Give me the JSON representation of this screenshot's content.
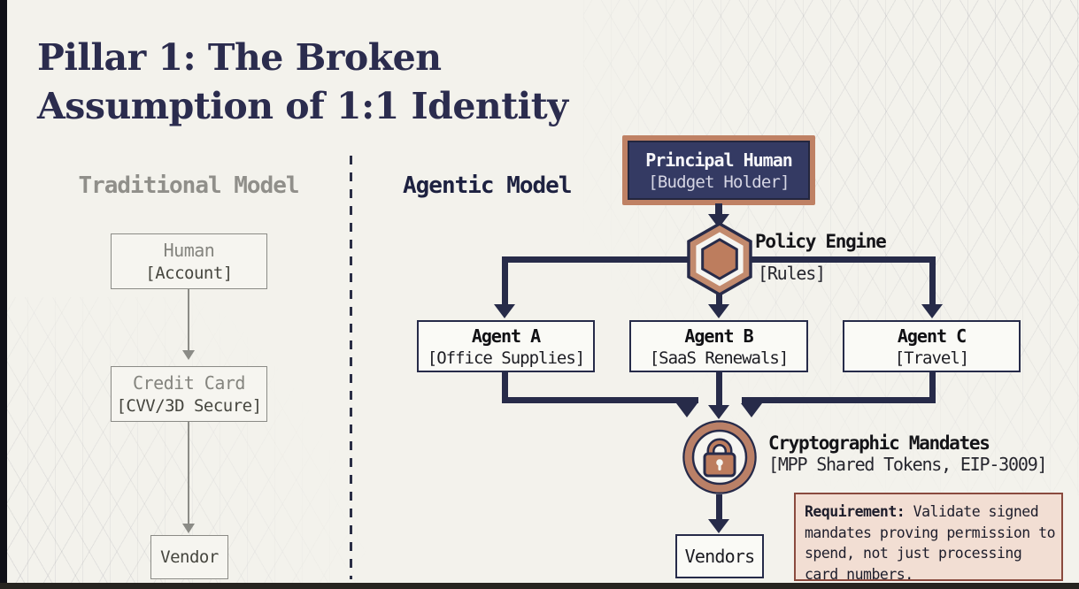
{
  "header": {
    "title_line1": "Pillar 1: The Broken",
    "title_line2": "Assumption of 1:1 Identity"
  },
  "sections": {
    "traditional_label": "Traditional Model",
    "agentic_label": "Agentic Model"
  },
  "traditional": {
    "human_box": {
      "title": "Human",
      "subtitle": "[Account]"
    },
    "credit_card_box": {
      "title": "Credit Card",
      "subtitle": "[CVV/3D Secure]"
    },
    "vendor_box": {
      "title": "Vendor"
    }
  },
  "agentic": {
    "principal_box": {
      "title": "Principal Human",
      "subtitle": "[Budget Holder]"
    },
    "policy_engine": {
      "icon": "hexagon-icon",
      "title": "Policy Engine",
      "subtitle": "[Rules]"
    },
    "agents": [
      {
        "title": "Agent A",
        "subtitle": "[Office Supplies]"
      },
      {
        "title": "Agent B",
        "subtitle": "[SaaS Renewals]"
      },
      {
        "title": "Agent C",
        "subtitle": "[Travel]"
      }
    ],
    "mandates": {
      "icon": "lock-icon",
      "title": "Cryptographic Mandates",
      "subtitle": "[MPP Shared Tokens, EIP-3009]"
    },
    "vendors_box": {
      "title": "Vendors"
    },
    "requirement": {
      "label": "Requirement:",
      "body": " Validate signed\nmandates proving permission to\nspend, not just processing\ncard numbers."
    }
  },
  "colors": {
    "canvas": "#f3f2ec",
    "navy": "#272b49",
    "navy_fill": "#343a63",
    "copper": "#bf8164",
    "gray_line": "#8b8b86",
    "title_text": "#2b2c4e",
    "requirement_fill": "#f2ded3",
    "requirement_border": "#8a4a3e"
  }
}
